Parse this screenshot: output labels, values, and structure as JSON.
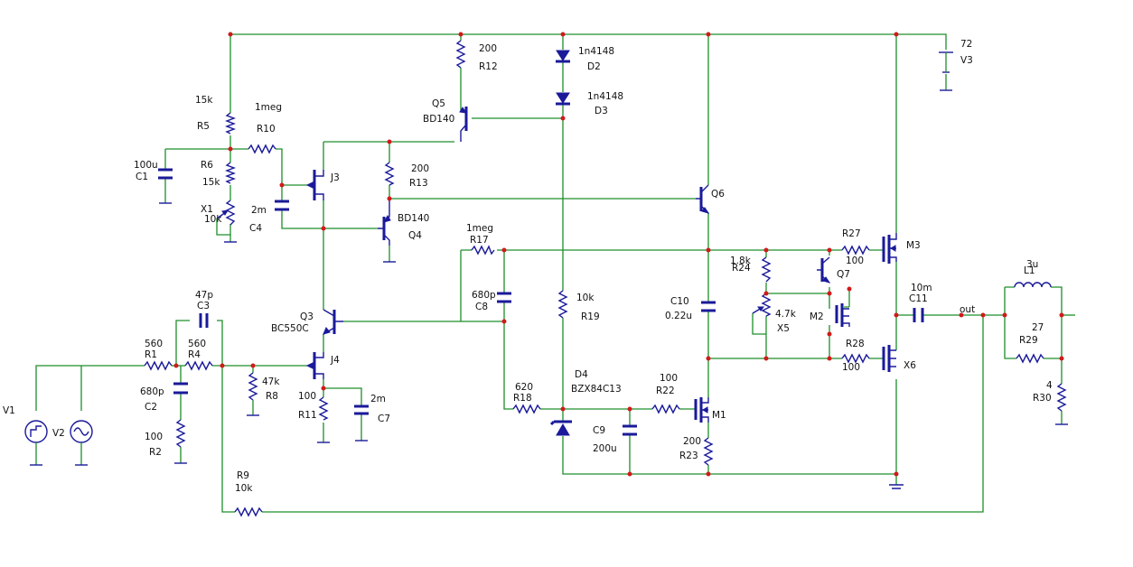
{
  "colors": {
    "wire": "#1d8f2a",
    "component": "#1a1a9a",
    "junction": "#d11a1a",
    "background": "#ffffff",
    "text": "#111111"
  },
  "components": {
    "V1": {
      "ref": "V1"
    },
    "V2": {
      "ref": "V2"
    },
    "V3": {
      "ref": "V3",
      "value": "72"
    },
    "R1": {
      "ref": "R1",
      "value": "560"
    },
    "R2": {
      "ref": "R2",
      "value": "100"
    },
    "R4": {
      "ref": "R4",
      "value": "560"
    },
    "R5": {
      "ref": "R5",
      "value": "15k"
    },
    "R6": {
      "ref": "R6",
      "value": "15k"
    },
    "R8": {
      "ref": "R8",
      "value": "47k"
    },
    "R9": {
      "ref": "R9",
      "value": "10k"
    },
    "R10": {
      "ref": "R10",
      "value": "1meg"
    },
    "R11": {
      "ref": "R11",
      "value": "100"
    },
    "R12": {
      "ref": "R12",
      "value": "200"
    },
    "R13": {
      "ref": "R13",
      "value": "200"
    },
    "R17": {
      "ref": "R17",
      "value": "1meg"
    },
    "R18": {
      "ref": "R18",
      "value": "620"
    },
    "R19": {
      "ref": "R19",
      "value": "10k"
    },
    "R22": {
      "ref": "R22",
      "value": "100"
    },
    "R23": {
      "ref": "R23",
      "value": "200"
    },
    "R24": {
      "ref": "R24",
      "value": "1.8k"
    },
    "R27": {
      "ref": "R27",
      "value": "100"
    },
    "R28": {
      "ref": "R28",
      "value": "100"
    },
    "R29": {
      "ref": "R29",
      "value": "27"
    },
    "R30": {
      "ref": "R30",
      "value": "4"
    },
    "C1": {
      "ref": "C1",
      "value": "100u"
    },
    "C2": {
      "ref": "C2",
      "value": "680p"
    },
    "C3": {
      "ref": "C3",
      "value": "47p"
    },
    "C4": {
      "ref": "C4",
      "value": "2m"
    },
    "C7": {
      "ref": "C7",
      "value": "2m"
    },
    "C8": {
      "ref": "C8",
      "value": "680p"
    },
    "C9": {
      "ref": "C9",
      "value": "200u"
    },
    "C10": {
      "ref": "C10",
      "value": "0.22u"
    },
    "C11": {
      "ref": "C11",
      "value": "10m"
    },
    "L1": {
      "ref": "L1",
      "value": "3u"
    },
    "D2": {
      "ref": "D2",
      "value": "1n4148"
    },
    "D3": {
      "ref": "D3",
      "value": "1n4148"
    },
    "D4": {
      "ref": "D4",
      "value": "BZX84C13"
    },
    "Q3": {
      "ref": "Q3",
      "value": "BC550C"
    },
    "Q4": {
      "ref": "Q4",
      "value": "BD140"
    },
    "Q5": {
      "ref": "Q5",
      "value": "BD140"
    },
    "Q6": {
      "ref": "Q6"
    },
    "Q7": {
      "ref": "Q7"
    },
    "J3": {
      "ref": "J3"
    },
    "J4": {
      "ref": "J4"
    },
    "M1": {
      "ref": "M1"
    },
    "M2": {
      "ref": "M2"
    },
    "M3": {
      "ref": "M3"
    },
    "X1": {
      "ref": "X1",
      "value": "10k"
    },
    "X5": {
      "ref": "X5",
      "value": "4.7k"
    },
    "X6": {
      "ref": "X6"
    }
  },
  "nets": {
    "out": "out"
  }
}
